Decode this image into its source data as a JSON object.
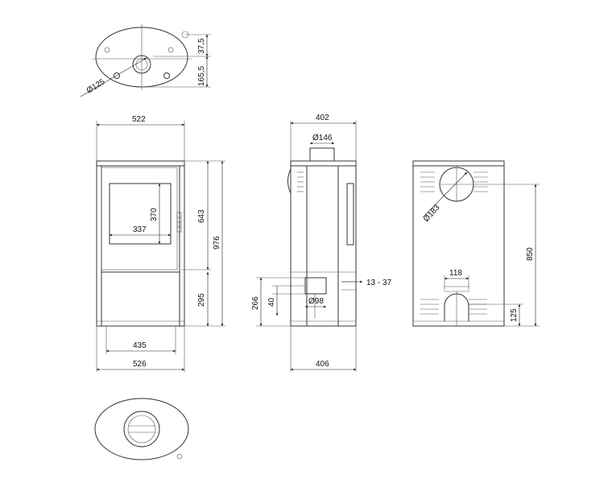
{
  "dimensions": {
    "top_view": {
      "offset_37_5": "37,5",
      "offset_165_5": "165,5",
      "flue_diameter": "Ø125"
    },
    "front_view": {
      "width_top": "522",
      "height": "976",
      "height_643": "643",
      "height_295": "295",
      "glass_height": "370",
      "glass_width": "337",
      "base_width": "435",
      "width_bottom": "526"
    },
    "side_view": {
      "depth_top": "402",
      "flue_top_diameter": "Ø146",
      "depth_bottom": "406",
      "air_inlet_height": "266",
      "air_inlet_offset": "40",
      "air_inlet_diameter": "Ø98",
      "range_13_37": "13 - 37"
    },
    "back_view": {
      "back_outlet_diameter": "Ø183",
      "back_outlet_height": "850",
      "air_opening_width": "118",
      "air_opening_height": "125"
    }
  },
  "colors": {
    "line": "#333333",
    "dimension": "#222222",
    "background": "#ffffff"
  }
}
